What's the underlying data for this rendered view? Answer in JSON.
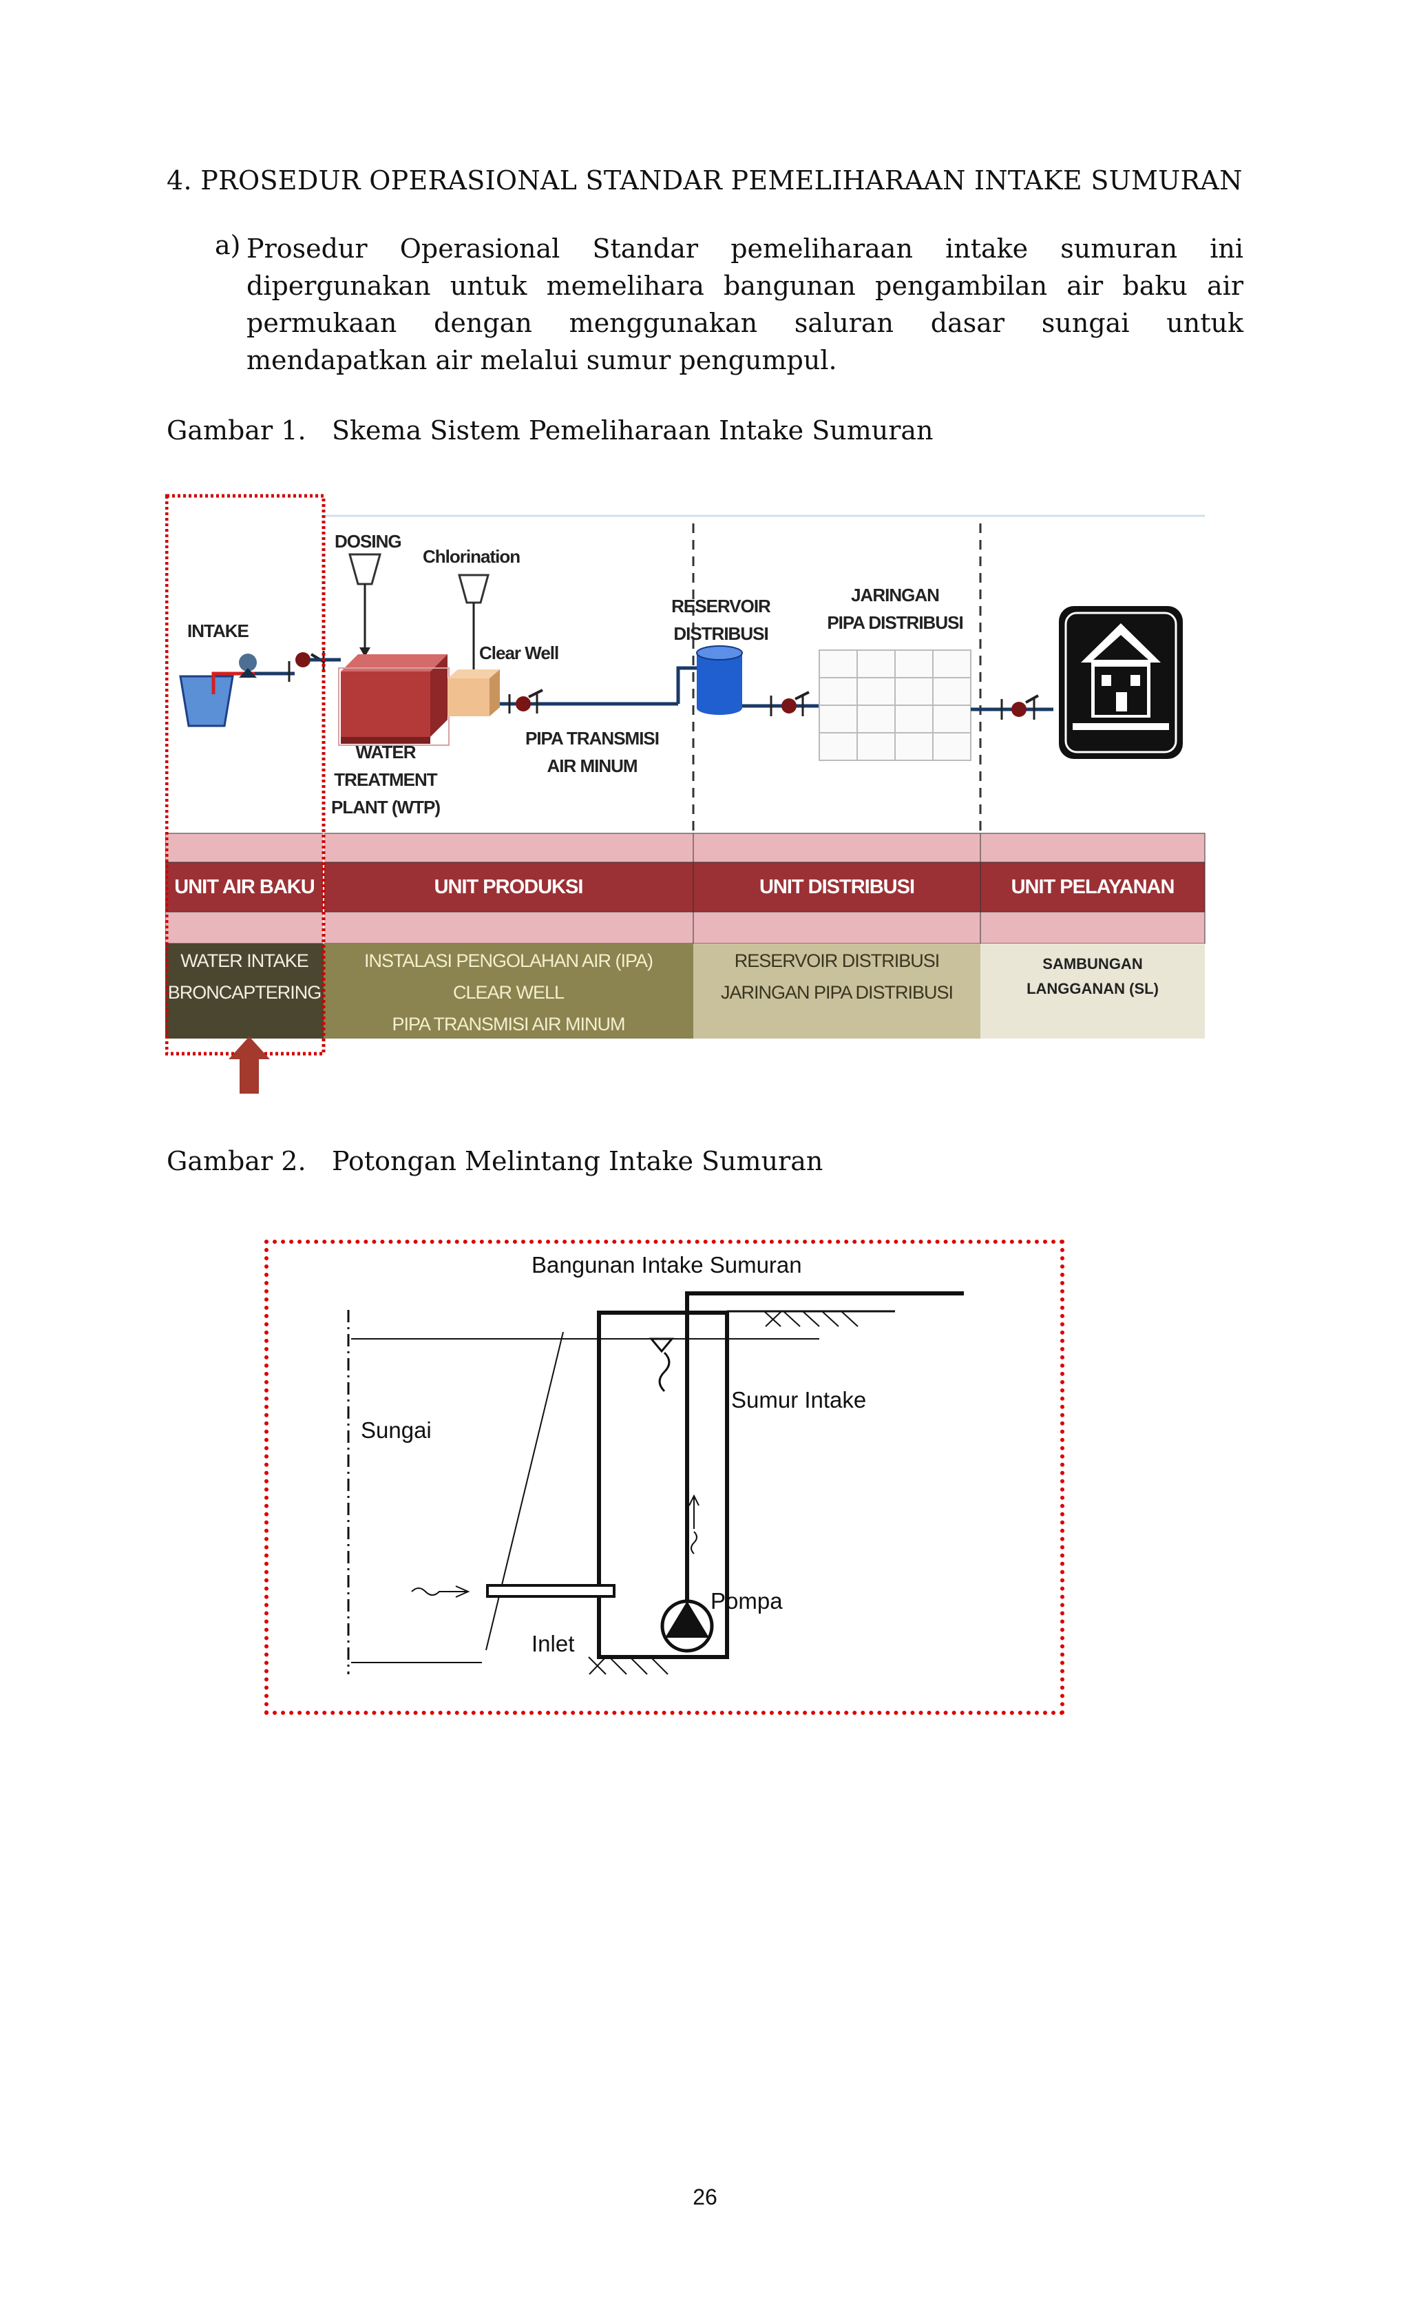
{
  "section": {
    "heading": "4.  PROSEDUR OPERASIONAL STANDAR PEMELIHARAAN INTAKE SUMURAN",
    "item_label": "a)",
    "item_text": "Prosedur Operasional Standar pemeliharaan intake sumuran ini dipergunakan untuk memelihara bangunan pengambilan air baku air permukaan dengan menggunakan saluran dasar sungai untuk mendapatkan air melalui sumur pengumpul."
  },
  "figure1": {
    "caption_number": "Gambar 1.",
    "caption_title": "Skema Sistem Pemeliharaan Intake Sumuran",
    "labels": {
      "intake": "INTAKE",
      "dosing": "DOSING",
      "chlorination": "Chlorination",
      "clear_well": "Clear Well",
      "wtp_line1": "WATER TREATMENT",
      "wtp_line2": "PLANT (WTP)",
      "pipa_line1": "PIPA TRANSMISI",
      "pipa_line2": "AIR MINUM",
      "reservoir_line1": "RESERVOIR",
      "reservoir_line2": "DISTRIBUSI",
      "jaringan_line1": "JARINGAN",
      "jaringan_line2": "PIPA DISTRIBUSI"
    },
    "units": [
      "UNIT AIR BAKU",
      "UNIT PRODUKSI",
      "UNIT DISTRIBUSI",
      "UNIT PELAYANAN"
    ],
    "unit_items": {
      "air_baku": [
        "WATER INTAKE",
        "BRONCAPTERING"
      ],
      "produksi": [
        "INSTALASI PENGOLAHAN AIR (IPA)",
        "CLEAR WELL",
        "PIPA TRANSMISI AIR MINUM"
      ],
      "distribusi": [
        "RESERVOIR DISTRIBUSI",
        "JARINGAN PIPA DISTRIBUSI"
      ],
      "pelayanan": [
        "SAMBUNGAN",
        "LANGGANAN (SL)"
      ]
    },
    "colors": {
      "band_dark": "#9b3135",
      "band_light": "#e9b7bb",
      "air_baku_bg": "#4a4630",
      "produksi_bg": "#8b8450",
      "distribusi_bg": "#c9c19c",
      "pelayanan_bg": "#e9e6d6",
      "highlight": "#d00000"
    }
  },
  "figure2": {
    "caption_number": "Gambar 2.",
    "caption_title": "Potongan Melintang Intake Sumuran",
    "labels": {
      "title": "Bangunan Intake Sumuran",
      "sungai": "Sungai",
      "sumur_intake": "Sumur Intake",
      "pompa": "Pompa",
      "inlet": "Inlet"
    }
  },
  "page_number": "26"
}
